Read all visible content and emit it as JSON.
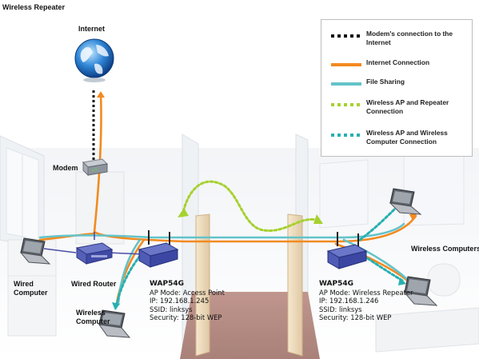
{
  "title": "Wireless Repeater",
  "labels": {
    "internet": "Internet",
    "modem": "Modem",
    "wired_router": "Wired Router",
    "wired_computer": "Wired\nComputer",
    "wireless_computer": "Wireless\nComputer",
    "wireless_computers": "Wireless Computers"
  },
  "ap_left": {
    "name": "WAP54G",
    "mode": "AP Mode: Access Point",
    "ip": "IP: 192.168.1.245",
    "ssid": "SSID: linksys",
    "security": "Security: 128-bit WEP"
  },
  "ap_right": {
    "name": "WAP54G",
    "mode": "AP Mode: Wireless Repeater",
    "ip": "IP: 192.168.1.246",
    "ssid": "SSID: linksys",
    "security": "Security: 128-bit WEP"
  },
  "legend": [
    {
      "label": "Modem's connection to the Internet",
      "style": "dotted-black",
      "color": "#111111"
    },
    {
      "label": "Internet Connection",
      "style": "solid-orange",
      "color": "#f38a1f"
    },
    {
      "label": "File Sharing",
      "style": "solid-teal",
      "color": "#63c3c9"
    },
    {
      "label": "Wireless AP and Repeater Connection",
      "style": "dotted-green",
      "color": "#a6d12f"
    },
    {
      "label": "Wireless AP and Wireless Computer Connection",
      "style": "dotted-teal",
      "color": "#26b0b0"
    }
  ],
  "colors": {
    "internet_line": "#f38a1f",
    "file_sharing": "#63c3c9",
    "wired_lan": "#4b4fa8",
    "wireless_repeater_link": "#a6d12f",
    "wireless_client_link": "#26b0b0"
  }
}
